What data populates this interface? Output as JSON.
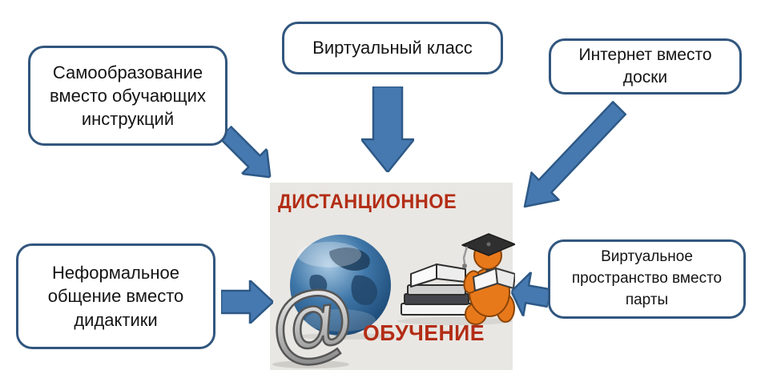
{
  "boxes": {
    "self_education": {
      "label": "Самообразование\nвместо обучающих\nинструкций"
    },
    "virtual_class": {
      "label": "Виртуальный класс"
    },
    "internet_board": {
      "label": "Интернет вместо\nдоски"
    },
    "informal_communication": {
      "label": "Неформальное\nобщение вместо\nдидактики"
    },
    "virtual_space": {
      "label": "Виртуальное\nпространство вместо\nпарты"
    }
  },
  "center_image": {
    "label_top": "ДИСТАНЦИОННОЕ",
    "label_bottom": "ОБУЧЕНИЕ",
    "at_symbol": "@"
  },
  "colors": {
    "box_border": "#31567e",
    "arrow_fill": "#4779b1",
    "arrow_stroke": "#2d5986",
    "center_background": "#e9e7e3",
    "title_red": "#b32d16",
    "figure_orange": "#e8791b",
    "globe_blue": "#3e76a8"
  }
}
